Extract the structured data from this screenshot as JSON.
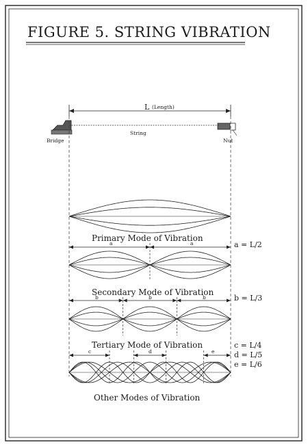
{
  "figure": {
    "title": "FIGURE 5. STRING VIBRATION",
    "length_label": "L",
    "length_sub": "(Length)",
    "string_label": "String",
    "bridge_label": "Bridge",
    "nut_label": "Nut"
  },
  "modes": [
    {
      "caption": "Primary Mode of Vibration",
      "segment_letter": "",
      "segments": 1,
      "equation": ""
    },
    {
      "caption": "Secondary Mode of Vibration",
      "segment_letter": "a",
      "segments": 2,
      "equation": "a = L/2"
    },
    {
      "caption": "Tertiary Mode of Vibration",
      "segment_letter": "b",
      "segments": 3,
      "equation": "b = L/3"
    },
    {
      "caption": "Other Modes of Vibration",
      "segment_letter": "",
      "segments": 0,
      "equation": ""
    }
  ],
  "other_modes": {
    "labels": [
      "c",
      "d",
      "e"
    ],
    "equations": [
      "c = L/4",
      "d = L/5",
      "e = L/6"
    ]
  }
}
